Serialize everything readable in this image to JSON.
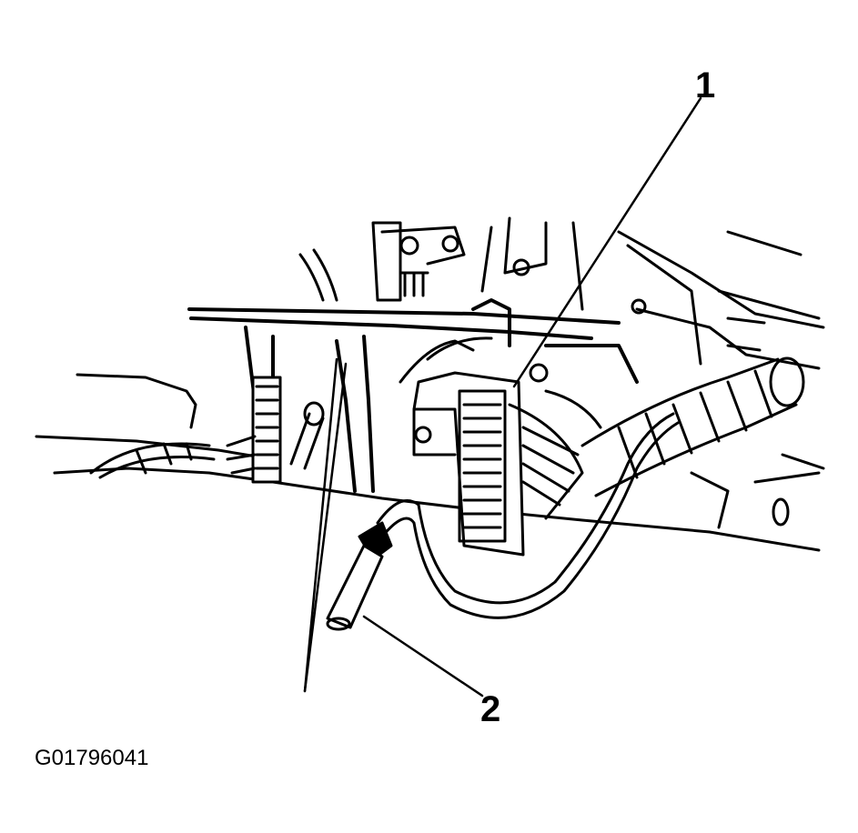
{
  "figure": {
    "callouts": [
      {
        "label": "1"
      },
      {
        "label": "2"
      }
    ],
    "figure_id": "G01796041",
    "colors": {
      "line": "#000000",
      "background": "#ffffff"
    }
  }
}
